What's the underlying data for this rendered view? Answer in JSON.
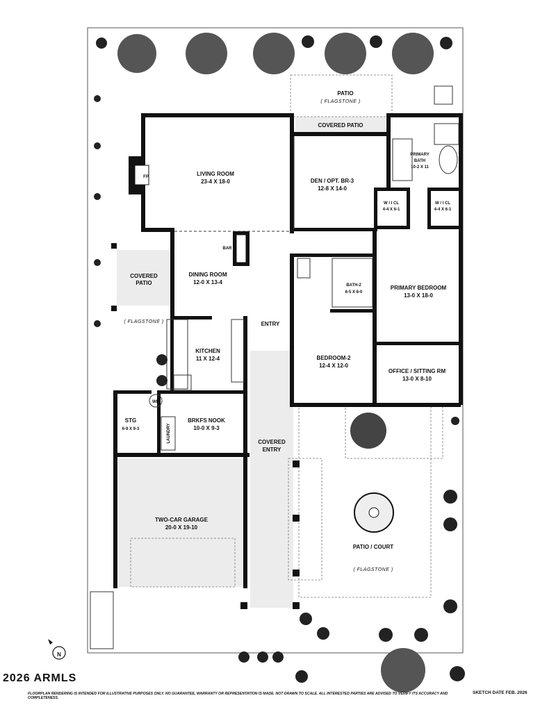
{
  "rooms": {
    "patio": {
      "name": "PATIO",
      "note": "( FLAGSTONE )"
    },
    "covered_patio_top": {
      "name": "COVERED  PATIO"
    },
    "living": {
      "name": "LIVING ROOM",
      "dim": "23-4  X  18-0"
    },
    "fp": {
      "name": "FP"
    },
    "den": {
      "name": "DEN / OPT. BR-3",
      "dim": "12-8  X  14-0"
    },
    "primary_bath": {
      "name1": "PRIMARY",
      "name2": "BATH",
      "dim": "10-2 X 11"
    },
    "wic_left": {
      "name": "W / I  CL",
      "dim": "4-4 X 6-1"
    },
    "wic_right": {
      "name": "W / I  CL",
      "dim": "4-4 X 6-1"
    },
    "bar": {
      "name": "BAR"
    },
    "covered_patio_left": {
      "name1": "COVERED",
      "name2": "PATIO",
      "note": "( FLAGSTONE )"
    },
    "dining": {
      "name": "DINING ROOM",
      "dim": "12-0  X  13-4"
    },
    "bath2": {
      "name": "BATH-2",
      "dim": "6-5 X 8-0"
    },
    "primary_bedroom": {
      "name": "PRIMARY BEDROOM",
      "dim": "13-0  X  18-0"
    },
    "entry": {
      "name": "ENTRY"
    },
    "kitchen": {
      "name": "KITCHEN",
      "dim": "11 X 12-4"
    },
    "bedroom2": {
      "name": "BEDROOM-2",
      "dim": "12-4  X  12-0"
    },
    "office": {
      "name": "OFFICE / SITTING RM",
      "dim": "13-0  X  8-10"
    },
    "wh": {
      "name": "WH"
    },
    "stg": {
      "name": "STG",
      "dim": "6-9 X 9-3"
    },
    "laundry": {
      "name": "LAUNDRY"
    },
    "brkfs": {
      "name": "BRKFS NOOK",
      "dim": "10-0  X  9-3"
    },
    "covered_entry": {
      "name1": "COVERED",
      "name2": "ENTRY"
    },
    "garage": {
      "name": "TWO-CAR GARAGE",
      "dim": "20-0  X  19-10"
    },
    "court": {
      "name": "PATIO  /  COURT",
      "note": "( FLAGSTONE )"
    }
  },
  "compass": {
    "label": "N"
  },
  "footer": {
    "address": "2026 ARMLS",
    "disclaimer": "FLOORPLAN RENDERING IS INTENDED FOR ILLUSTRATIVE PURPOSES ONLY.  NO GUARANTEE, WARRANTY OR REPRESENTATION IS MADE.   NOT DRAWN TO SCALE.   ALL INTERESTED PARTIES ARE ADVISED TO VERIFY ITS ACCURACY AND COMPLETENESS.",
    "sketch_date": "SKETCH DATE FEB. 2026"
  },
  "colors": {
    "wall": "#111111",
    "floor_gray": "#ececec",
    "plant": "#222222"
  }
}
